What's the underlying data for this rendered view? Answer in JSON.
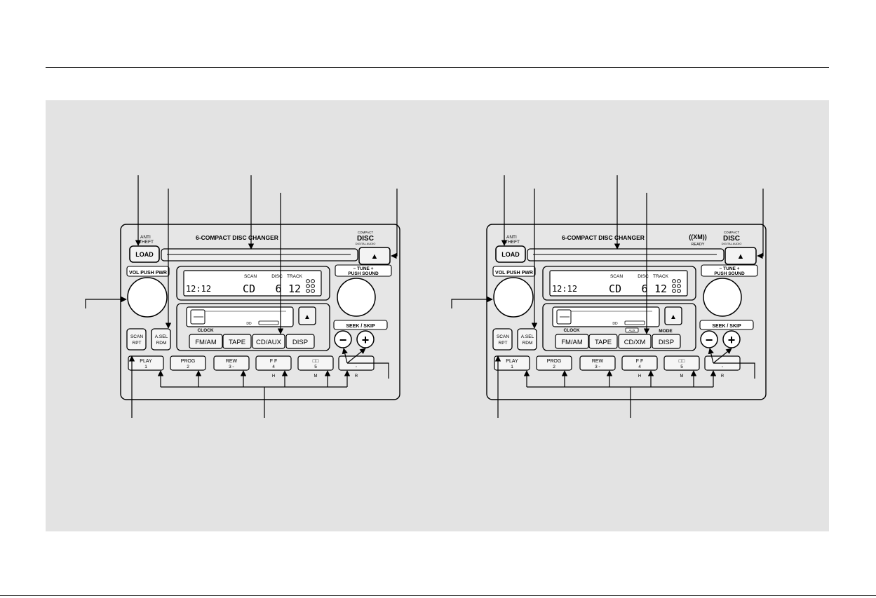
{
  "units": [
    {
      "header": "6-COMPACT DISC CHANGER",
      "logo_top": "COMPACT",
      "logo_mid": "DISC",
      "logo_bot": "DIGITAL AUDIO",
      "xm_logo": "",
      "xm_sub": "",
      "anti_theft": [
        "ANTI",
        "THEFT"
      ],
      "load": "LOAD",
      "vol_label": "VOL PUSH PWR",
      "tune_top": "− TUNE +",
      "tune_bot": "PUSH SOUND",
      "display": {
        "scan": "SCAN",
        "disc": "DISC",
        "track": "TRACK",
        "time": "12:12",
        "mode": "CD",
        "disc_num": "6",
        "track_num": "12"
      },
      "clock": "CLOCK",
      "mode_buttons": [
        "FM/AM",
        "TAPE",
        "CD/AUX",
        "DISP"
      ],
      "dolby_sub": "",
      "mode_sub": "",
      "seek": "SEEK / SKIP",
      "scan_btn": [
        "SCAN",
        "RPT"
      ],
      "asel_btn": [
        "A.SEL",
        "RDM"
      ],
      "presets": [
        {
          "top": "PLAY",
          "bot": "1",
          "sub": ""
        },
        {
          "top": "PROG",
          "bot": "2",
          "sub": ""
        },
        {
          "top": "REW",
          "bot": "3 ◦",
          "sub": ""
        },
        {
          "top": "F F",
          "bot": "4",
          "sub": "H"
        },
        {
          "top": "□□",
          "bot": "5",
          "sub": "M"
        },
        {
          "top": "",
          "bot": "◦",
          "sub": "R"
        }
      ],
      "minus": "−",
      "plus": "+",
      "eject": "▲"
    },
    {
      "header": "6-COMPACT DISC CHANGER",
      "logo_top": "COMPACT",
      "logo_mid": "DISC",
      "logo_bot": "DIGITAL AUDIO",
      "xm_logo": "((XM))",
      "xm_sub": "READY",
      "anti_theft": [
        "ANTI",
        "THEFT"
      ],
      "load": "LOAD",
      "vol_label": "VOL PUSH PWR",
      "tune_top": "− TUNE +",
      "tune_bot": "PUSH SOUND",
      "display": {
        "scan": "SCAN",
        "disc": "DISC",
        "track": "TRACK",
        "time": "12:12",
        "mode": "CD",
        "disc_num": "6",
        "track_num": "12"
      },
      "clock": "CLOCK",
      "mode_buttons": [
        "FM/AM",
        "TAPE",
        "CD/XM",
        "DISP"
      ],
      "dolby_sub": "AUX",
      "mode_sub": "MODE",
      "seek": "SEEK / SKIP",
      "scan_btn": [
        "SCAN",
        "RPT"
      ],
      "asel_btn": [
        "A.SEL",
        "RDM"
      ],
      "presets": [
        {
          "top": "PLAY",
          "bot": "1",
          "sub": ""
        },
        {
          "top": "PROG",
          "bot": "2",
          "sub": ""
        },
        {
          "top": "REW",
          "bot": "3 ◦",
          "sub": ""
        },
        {
          "top": "F F",
          "bot": "4",
          "sub": "H"
        },
        {
          "top": "□□",
          "bot": "5",
          "sub": "M"
        },
        {
          "top": "",
          "bot": "◦",
          "sub": "R"
        }
      ],
      "minus": "−",
      "plus": "+",
      "eject": "▲"
    }
  ]
}
